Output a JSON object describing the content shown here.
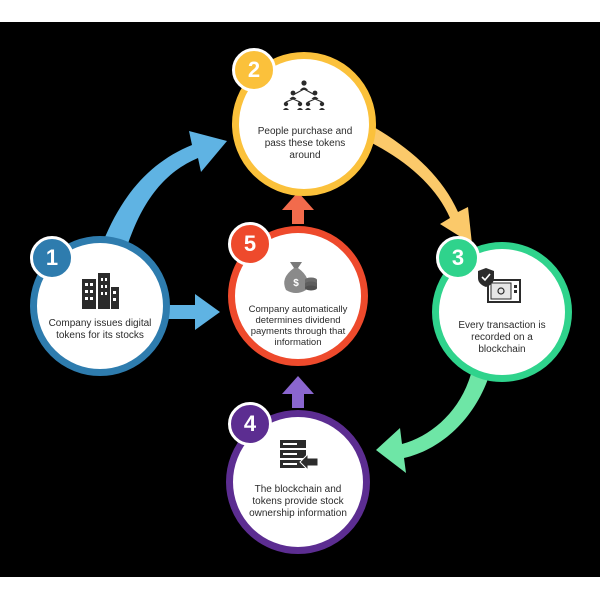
{
  "colors": {
    "step1": "#2e7cae",
    "step2": "#fbc13b",
    "step3": "#2fd38c",
    "step4": "#5c2d91",
    "step5": "#ee4a2c",
    "arrow1": "#5fb3e3",
    "arrow2": "#fbc96a",
    "arrow3": "#6ee6a6",
    "arrow4": "#8a66cf",
    "arrow5": "#f26b4c"
  },
  "steps": [
    {
      "number": "1",
      "text": "Company issues digital tokens for its stocks",
      "icon": "building-icon"
    },
    {
      "number": "2",
      "text": "People purchase and pass these tokens around",
      "icon": "people-network-icon"
    },
    {
      "number": "3",
      "text": "Every transaction is recorded on a blockchain",
      "icon": "secure-server-icon"
    },
    {
      "number": "4",
      "text": "The blockchain and tokens provide stock ownership information",
      "icon": "database-arrow-icon"
    },
    {
      "number": "5",
      "text": "Company automatically determines dividend payments through that information",
      "icon": "money-bag-icon"
    }
  ]
}
